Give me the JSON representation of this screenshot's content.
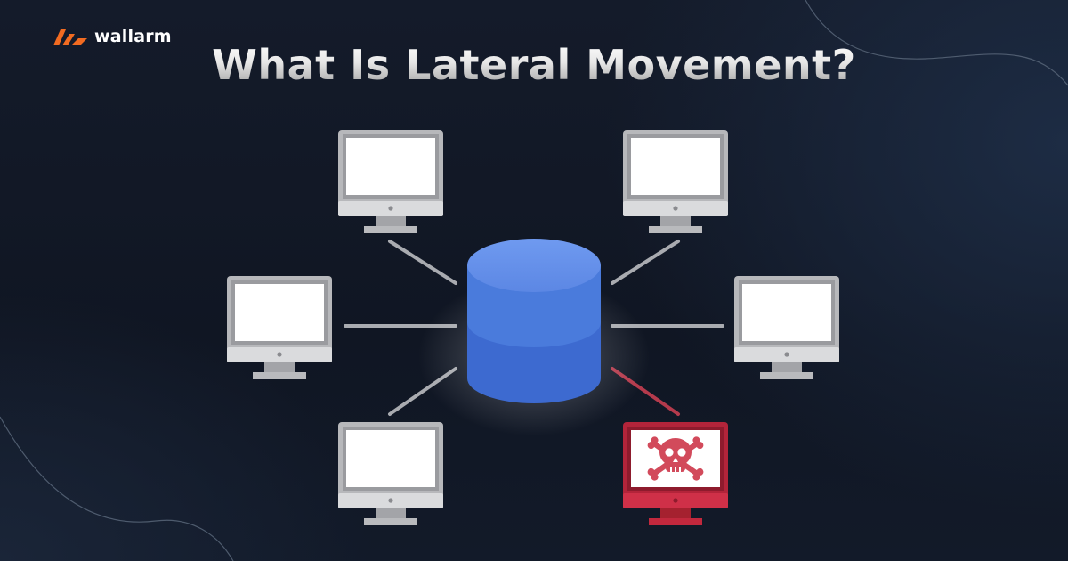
{
  "brand": {
    "name": "wallarm",
    "logo_color": "#f26b21"
  },
  "title": "What Is Lateral Movement?",
  "diagram": {
    "hub": {
      "icon": "database-icon",
      "color": "#4a7bdc"
    },
    "nodes": [
      {
        "icon": "monitor-icon",
        "status": "normal",
        "position": "top-left"
      },
      {
        "icon": "monitor-icon",
        "status": "normal",
        "position": "top-right"
      },
      {
        "icon": "monitor-icon",
        "status": "normal",
        "position": "middle-left"
      },
      {
        "icon": "monitor-icon",
        "status": "normal",
        "position": "middle-right"
      },
      {
        "icon": "monitor-icon",
        "status": "normal",
        "position": "bottom-left"
      },
      {
        "icon": "skull-crossbones-icon",
        "status": "compromised",
        "position": "bottom-right",
        "color": "#c8283e"
      }
    ],
    "link_color": "#a9abb0",
    "compromised_link_color": "#b43a4c"
  }
}
